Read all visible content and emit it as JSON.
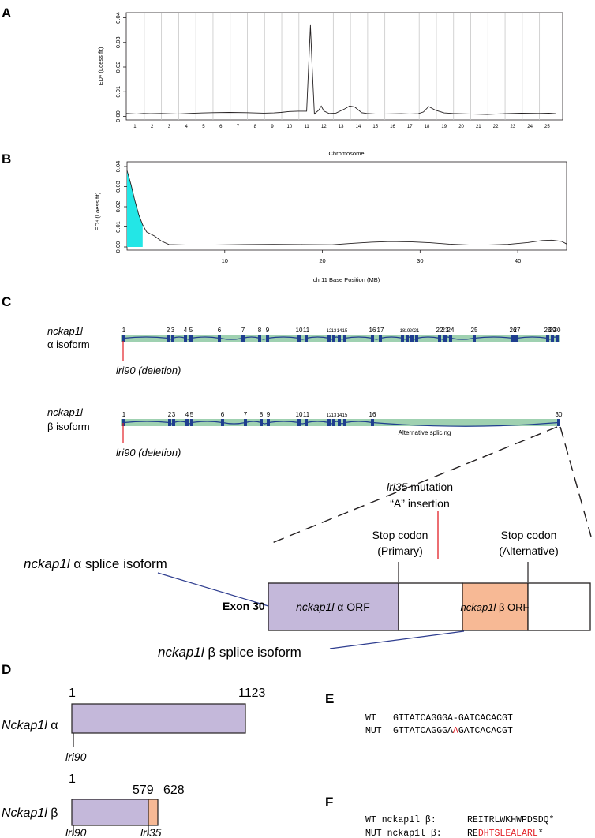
{
  "panel_labels": {
    "a": "A",
    "b": "B",
    "c": "C",
    "d": "D",
    "e": "E",
    "f": "F"
  },
  "chart_data": [
    {
      "type": "line",
      "panel": "A",
      "ylabel": "ED⁴ (Loess fit)",
      "xlabel": "",
      "y_ticks": [
        "0.00",
        "0.01",
        "0.02",
        "0.03",
        "0.04"
      ],
      "ylim": [
        0,
        0.042
      ],
      "x_tick_labels": [
        "1",
        "2",
        "3",
        "4",
        "5",
        "6",
        "7",
        "8",
        "9",
        "10",
        "11",
        "12",
        "13",
        "14",
        "15",
        "16",
        "17",
        "18",
        "19",
        "20",
        "21",
        "22",
        "23",
        "24",
        "25"
      ],
      "series": [
        {
          "values": [
            [
              0.0,
              0.0012
            ],
            [
              0.6,
              0.001
            ],
            [
              1.0,
              0.0012
            ],
            [
              1.4,
              0.0011
            ],
            [
              2.0,
              0.0012
            ],
            [
              3.0,
              0.001
            ],
            [
              4.0,
              0.0013
            ],
            [
              5.0,
              0.0015
            ],
            [
              6.0,
              0.0016
            ],
            [
              7.0,
              0.0015
            ],
            [
              8.0,
              0.0013
            ],
            [
              8.6,
              0.0014
            ],
            [
              9.0,
              0.0016
            ],
            [
              9.5,
              0.002
            ],
            [
              10.0,
              0.0021
            ],
            [
              10.5,
              0.0021
            ],
            [
              10.72,
              0.037
            ],
            [
              10.82,
              0.02
            ],
            [
              10.95,
              0.001
            ],
            [
              11.2,
              0.0025
            ],
            [
              11.35,
              0.0042
            ],
            [
              11.5,
              0.0022
            ],
            [
              11.8,
              0.0012
            ],
            [
              12.2,
              0.0013
            ],
            [
              12.7,
              0.003
            ],
            [
              13.0,
              0.0042
            ],
            [
              13.3,
              0.0038
            ],
            [
              13.7,
              0.0015
            ],
            [
              14.0,
              0.0012
            ],
            [
              14.5,
              0.001
            ],
            [
              15.0,
              0.001
            ],
            [
              16.0,
              0.0011
            ],
            [
              16.5,
              0.001
            ],
            [
              17.0,
              0.0011
            ],
            [
              17.3,
              0.0018
            ],
            [
              17.6,
              0.004
            ],
            [
              18.0,
              0.0025
            ],
            [
              18.5,
              0.0014
            ],
            [
              19.0,
              0.0012
            ],
            [
              20.0,
              0.001
            ],
            [
              21.0,
              0.0008
            ],
            [
              22.0,
              0.0011
            ],
            [
              23.0,
              0.0013
            ],
            [
              24.0,
              0.0012
            ],
            [
              24.6,
              0.0013
            ],
            [
              25.0,
              0.0011
            ]
          ]
        }
      ]
    },
    {
      "type": "area",
      "panel": "B",
      "title": "Chromosome",
      "xlabel": "chr11 Base Position (MB)",
      "ylabel": "ED⁴ (Loess fit)",
      "xlim": [
        0,
        45
      ],
      "ylim": [
        0,
        0.043
      ],
      "x_ticks": [
        10,
        20,
        30,
        40
      ],
      "y_ticks": [
        "0.00",
        "0.01",
        "0.02",
        "0.03",
        "0.04"
      ],
      "highlight_color": "#23e6e6",
      "highlight_range_mb": [
        0,
        1.6
      ],
      "series": [
        {
          "values": [
            [
              0.0,
              0.038
            ],
            [
              0.4,
              0.031
            ],
            [
              0.8,
              0.023
            ],
            [
              1.2,
              0.016
            ],
            [
              1.6,
              0.011
            ],
            [
              2.0,
              0.0075
            ],
            [
              2.8,
              0.0055
            ],
            [
              3.5,
              0.003
            ],
            [
              4.3,
              0.0012
            ],
            [
              6,
              0.001
            ],
            [
              9,
              0.001
            ],
            [
              12,
              0.0012
            ],
            [
              15,
              0.0013
            ],
            [
              18,
              0.0012
            ],
            [
              21,
              0.0011
            ],
            [
              23,
              0.0018
            ],
            [
              25,
              0.0024
            ],
            [
              27,
              0.0027
            ],
            [
              29,
              0.0026
            ],
            [
              31,
              0.0021
            ],
            [
              33,
              0.0014
            ],
            [
              35,
              0.001
            ],
            [
              37,
              0.001
            ],
            [
              39,
              0.0013
            ],
            [
              41,
              0.0022
            ],
            [
              42.5,
              0.0032
            ],
            [
              43.5,
              0.0034
            ],
            [
              44.5,
              0.0028
            ],
            [
              45,
              0.0015
            ]
          ]
        }
      ]
    }
  ],
  "panel_c": {
    "gene": "nckap1l",
    "alpha": {
      "isoform_word": "isoform",
      "exons": [
        "1",
        "2",
        "3",
        "4",
        "5",
        "6",
        "7",
        "8",
        "9",
        "10",
        "11",
        "12",
        "13",
        "14",
        "15",
        "16",
        "17",
        "18",
        "19",
        "20",
        "21",
        "22",
        "23",
        "24",
        "25",
        "26",
        "27",
        "28",
        "29",
        "30"
      ],
      "allele": "lri90",
      "allele_note": " (deletion)"
    },
    "beta": {
      "isoform_word": "isoform",
      "exons": [
        "1",
        "2",
        "3",
        "4",
        "5",
        "6",
        "7",
        "8",
        "9",
        "10",
        "11",
        "12",
        "13",
        "14",
        "15",
        "16",
        "30"
      ],
      "allele": "lri90",
      "allele_note": " (deletion)",
      "splicing_label": "Alternative splicing"
    },
    "mutation": {
      "allele": "lri35",
      "line1_rest": " mutation",
      "line2": "“A” insertion"
    },
    "stop_primary": [
      "Stop codon",
      "(Primary)"
    ],
    "stop_alternative": [
      "Stop codon",
      "(Alternative)"
    ],
    "alpha_splice_label_rest": " splice isoform",
    "beta_splice_label_rest": " splice isoform",
    "exon30_label": "Exon 30",
    "alpha_orf_rest": " ORF",
    "beta_orf_rest": " ORF",
    "colors": {
      "alpha": "#c4b8da",
      "beta": "#f7b995",
      "exon": "#1f3e8f",
      "track": "#9fd1b1",
      "red": "#e21f26"
    }
  },
  "panel_d": {
    "protein": "Nckap1l",
    "alpha": {
      "start": "1",
      "end": "1123",
      "allele": "lri90"
    },
    "beta": {
      "start": "1",
      "split": "579",
      "end": "628",
      "alleles": [
        "lri90",
        "lri35"
      ]
    }
  },
  "panel_e": {
    "rows": [
      {
        "label": "WT",
        "seq_pre": "GTTATCAGGGA",
        "seq_hl": "-",
        "seq_post": "GATCACACGT"
      },
      {
        "label": "MUT",
        "seq_pre": "GTTATCAGGGA",
        "seq_hl": "A",
        "seq_post": "GATCACACGT"
      }
    ]
  },
  "panel_f": {
    "rows": [
      {
        "label": "WT nckap1l β:",
        "seq_pre": "REITRLWKHWPDSDQ*",
        "seq_hl": "",
        "seq_post": ""
      },
      {
        "label": "MUT nckap1l β:",
        "seq_pre": "RE",
        "seq_hl": "DHTSLEALARL",
        "seq_post": "*"
      }
    ]
  }
}
